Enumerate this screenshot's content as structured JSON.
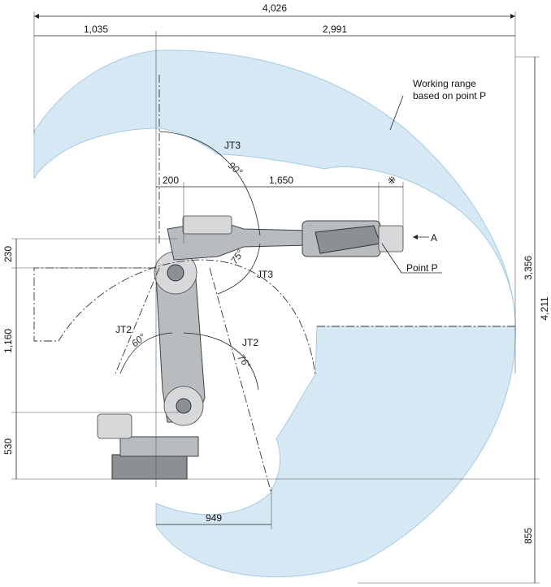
{
  "dimensions": {
    "total_width": "4,026",
    "rear_reach": "1,035",
    "front_reach": "2,991",
    "offset_200": "200",
    "arm_1650": "1,650",
    "mark_x": "※",
    "height_230": "230",
    "height_1160": "1,160",
    "height_530": "530",
    "height_3356": "3,356",
    "height_4211": "4,211",
    "depth_855": "855",
    "reach_949": "949"
  },
  "labels": {
    "working_range_line1": "Working range",
    "working_range_line2": "based on point P",
    "jt3_top": "JT3",
    "jt3_right": "JT3",
    "jt2_left": "JT2",
    "jt2_right": "JT2",
    "point_p": "Point P",
    "a_label": "A"
  },
  "angles": {
    "jt3_upper": "90°",
    "jt3_lower": "75°",
    "jt2_rear": "60°",
    "jt2_front": "76°"
  },
  "colors": {
    "working_range_fill": "#d5e8f4",
    "working_range_stroke": "#9cc6e0",
    "robot_body": "#b9bcbf"
  }
}
